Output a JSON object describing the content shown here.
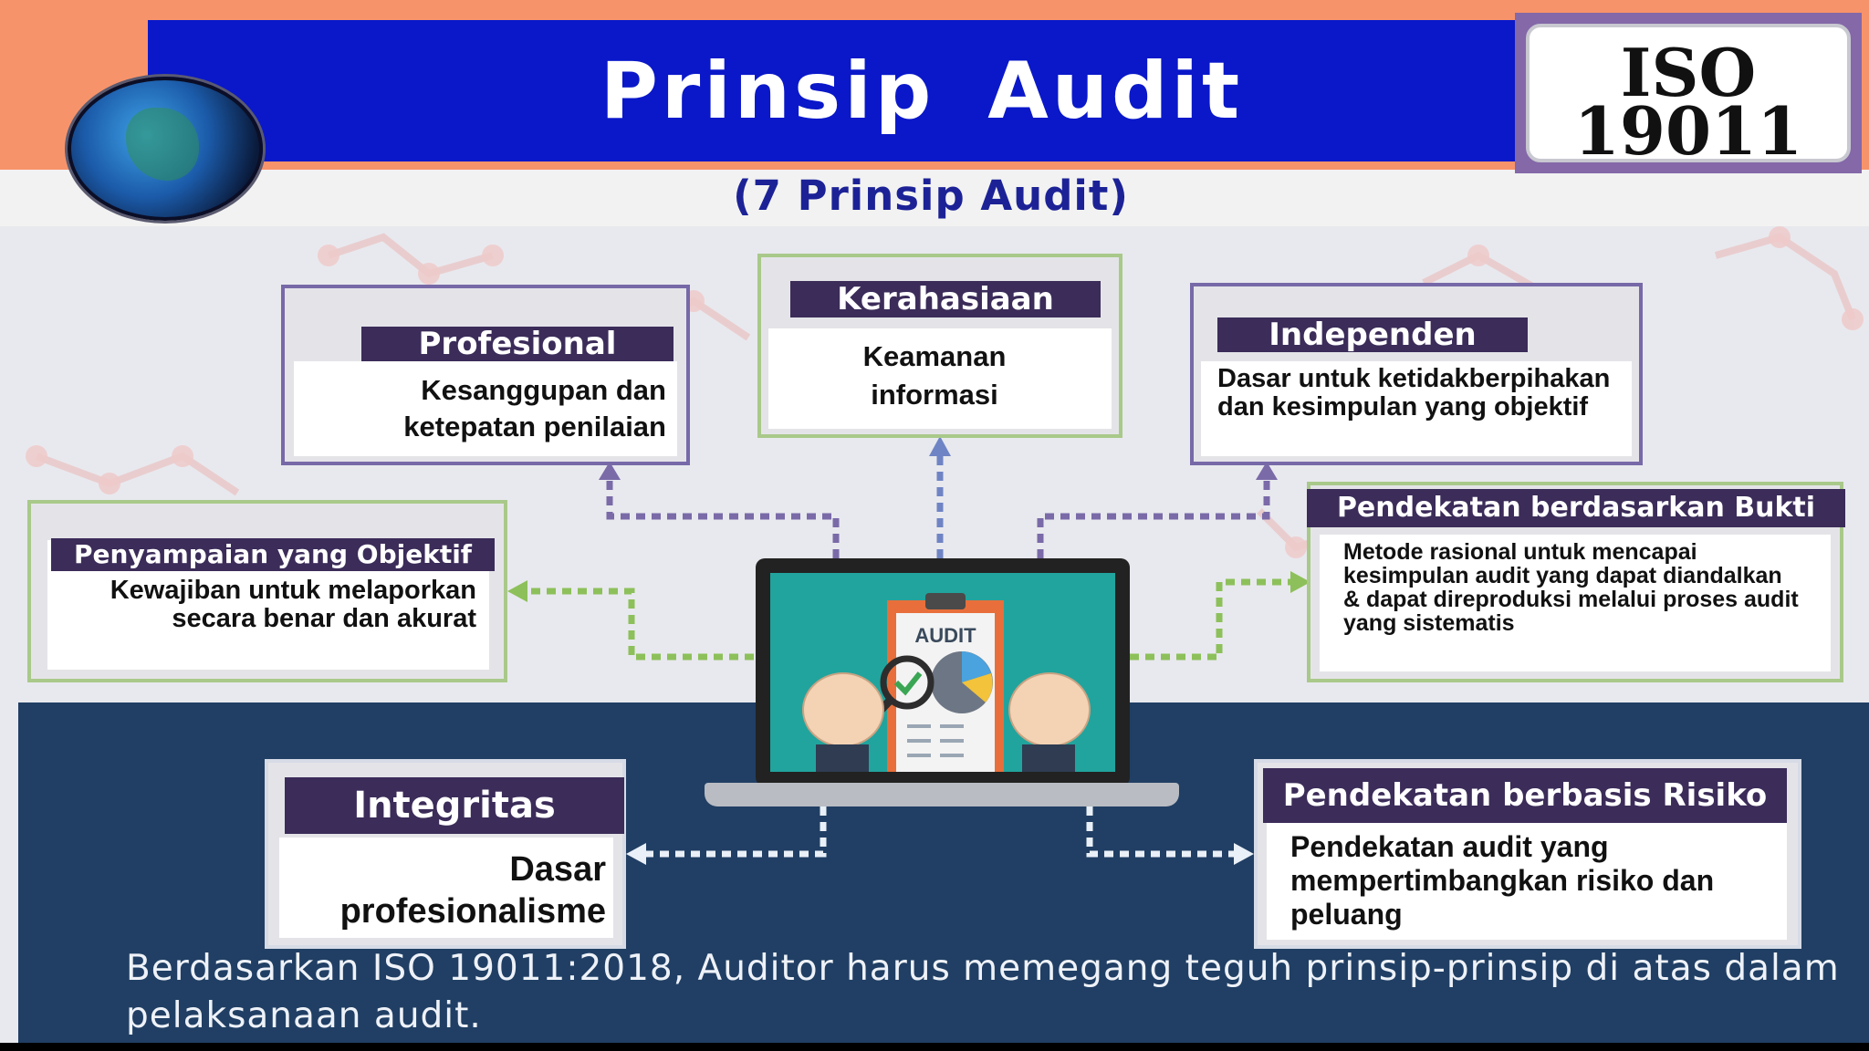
{
  "title": "Prinsip Audit",
  "subtitle": "(7 Prinsip Audit)",
  "badge": {
    "line1": "ISO",
    "line2": "19011"
  },
  "principles": {
    "profesional": {
      "title": "Profesional",
      "desc": "Kesanggupan dan ketepatan penilaian"
    },
    "kerahasiaan": {
      "title": "Kerahasiaan",
      "desc": "Keamanan informasi"
    },
    "independen": {
      "title": "Independen",
      "desc": "Dasar untuk ketidakberpihakan dan kesimpulan yang objektif"
    },
    "penyampaian": {
      "title": "Penyampaian yang  Objektif",
      "desc": "Kewajiban untuk melaporkan secara benar dan akurat"
    },
    "bukti": {
      "title": "Pendekatan berdasarkan  Bukti",
      "desc": "Metode rasional untuk mencapai kesimpulan audit yang dapat diandalkan & dapat direproduksi melalui proses audit yang sistematis"
    },
    "integritas": {
      "title": "Integritas",
      "desc": "Dasar profesionalisme"
    },
    "risiko": {
      "title": "Pendekatan berbasis  Risiko",
      "desc": "Pendekatan audit yang mempertimbangkan risiko dan peluang"
    }
  },
  "laptop": {
    "clipboard_label": "AUDIT"
  },
  "footer": "Berdasarkan ISO 19011:2018, Auditor harus memegang teguh prinsip-prinsip di atas dalam pelaksanaan audit.",
  "colors": {
    "banner": "#0a18c9",
    "header": "#3b2c59",
    "accent_orange": "#f7936a",
    "box_border_purple": "#7769a8",
    "box_border_green": "#a9c98a",
    "arrow_blue": "#6f84c4",
    "arrow_purple": "#7a6aa8",
    "arrow_green": "#8dc05a",
    "dark_panel": "#213f64"
  },
  "icons": [
    "globe-icon",
    "laptop-icon",
    "audit-clipboard-icon",
    "magnifier-icon",
    "hand-icon",
    "pie-chart-icon"
  ]
}
